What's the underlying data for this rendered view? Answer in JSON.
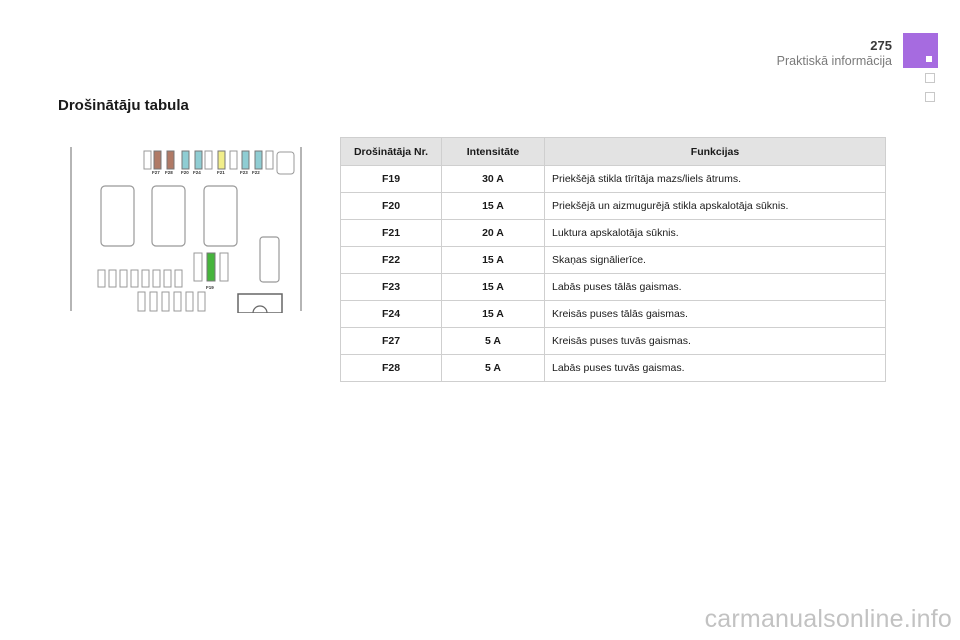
{
  "header": {
    "page_number": "275",
    "chapter": "Praktiskā informācija"
  },
  "section_title": "Drošinātāju tabula",
  "diagram": {
    "fuse_labels": [
      "F27",
      "F28",
      "F20",
      "F24",
      "F21",
      "F23",
      "F22",
      "F19"
    ],
    "colors": {
      "F27": "#b07a66",
      "F28": "#b07a66",
      "F20": "#8fcdd3",
      "F24": "#8fcdd3",
      "F21": "#f2ee8a",
      "F23": "#8fcdd3",
      "F22": "#8fcdd3",
      "F19": "#46b43c"
    }
  },
  "table": {
    "headers": [
      "Drošinātāja Nr.",
      "Intensitāte",
      "Funkcijas"
    ],
    "rows": [
      [
        "F19",
        "30 A",
        "Priekšējā stikla tīrītāja mazs/liels ātrums."
      ],
      [
        "F20",
        "15 A",
        "Priekšējā un aizmugurējā stikla apskalotāja sūknis."
      ],
      [
        "F21",
        "20 A",
        "Luktura apskalotāja sūknis."
      ],
      [
        "F22",
        "15 A",
        "Skaņas signālierīce."
      ],
      [
        "F23",
        "15 A",
        "Labās puses tālās gaismas."
      ],
      [
        "F24",
        "15 A",
        "Kreisās puses tālās gaismas."
      ],
      [
        "F27",
        "5 A",
        "Kreisās puses tuvās gaismas."
      ],
      [
        "F28",
        "5 A",
        "Labās puses tuvās gaismas."
      ]
    ]
  },
  "watermark": "carmanualsonline.info"
}
